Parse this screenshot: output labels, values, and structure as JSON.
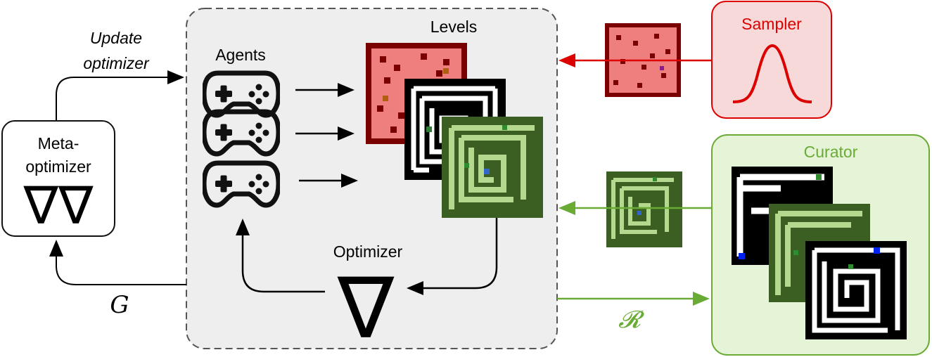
{
  "meta_optimizer": {
    "label_line1": "Meta-",
    "label_line2": "optimizer",
    "symbol": "∇∇"
  },
  "update_label": {
    "line1": "Update",
    "line2": "optimizer"
  },
  "g_label": "G",
  "agents": {
    "label": "Agents",
    "icon": "gamepad-icon",
    "count": 3
  },
  "levels": {
    "label": "Levels"
  },
  "optimizer": {
    "label": "Optimizer",
    "symbol": "∇"
  },
  "sampler": {
    "label": "Sampler",
    "icon": "gaussian-curve-icon"
  },
  "curator": {
    "label": "Curator"
  },
  "r_label": "𝓡",
  "colors": {
    "red": "#dd0000",
    "red_fill": "#f8d9d9",
    "green": "#6aab35",
    "green_fill": "#e5f3d6",
    "panel_fill": "#eeeeee",
    "maze_dark_green": "#3b5e23",
    "maze_light_green": "#b5d88f",
    "lava_fill": "#ef7f7f",
    "lava_border": "#7a0000"
  }
}
